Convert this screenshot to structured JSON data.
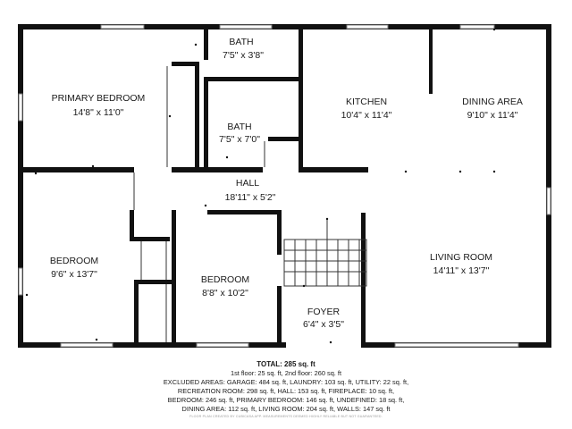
{
  "rooms": {
    "primary_bedroom": {
      "name": "PRIMARY BEDROOM",
      "dims": "14'8\" x 11'0\""
    },
    "bath_upper": {
      "name": "BATH",
      "dims": "7'5\" x 3'8\""
    },
    "bath_lower": {
      "name": "BATH",
      "dims": "7'5\" x 7'0\""
    },
    "kitchen": {
      "name": "KITCHEN",
      "dims": "10'4\" x 11'4\""
    },
    "dining_area": {
      "name": "DINING AREA",
      "dims": "9'10\" x 11'4\""
    },
    "hall": {
      "name": "HALL",
      "dims": "18'11\" x 5'2\""
    },
    "bedroom_left": {
      "name": "BEDROOM",
      "dims": "9'6\" x 13'7\""
    },
    "bedroom_center": {
      "name": "BEDROOM",
      "dims": "8'8\" x 10'2\""
    },
    "living_room": {
      "name": "LIVING ROOM",
      "dims": "14'11\" x 13'7\""
    },
    "foyer": {
      "name": "FOYER",
      "dims": "6'4\" x 3'5\""
    }
  },
  "summary": {
    "total": "TOTAL: 285 sq. ft",
    "lines": [
      "1st floor: 25 sq. ft, 2nd floor: 260 sq. ft",
      "EXCLUDED AREAS: GARAGE: 484 sq. ft, LAUNDRY: 103 sq. ft, UTILITY: 22 sq. ft,",
      "RECREATION ROOM: 298 sq. ft, HALL: 153 sq. ft, FIREPLACE: 10 sq. ft,",
      "BEDROOM: 246 sq. ft, PRIMARY BEDROOM: 146 sq. ft, UNDEFINED: 18 sq. ft,",
      "DINING AREA: 112 sq. ft, LIVING ROOM: 204 sq. ft, WALLS: 147 sq. ft"
    ],
    "disclaimer": "FLOOR PLAN CREATED BY CUBICASA APP. MEASUREMENTS DEEMED HIGHLY RELIABLE BUT NOT GUARANTEED."
  }
}
